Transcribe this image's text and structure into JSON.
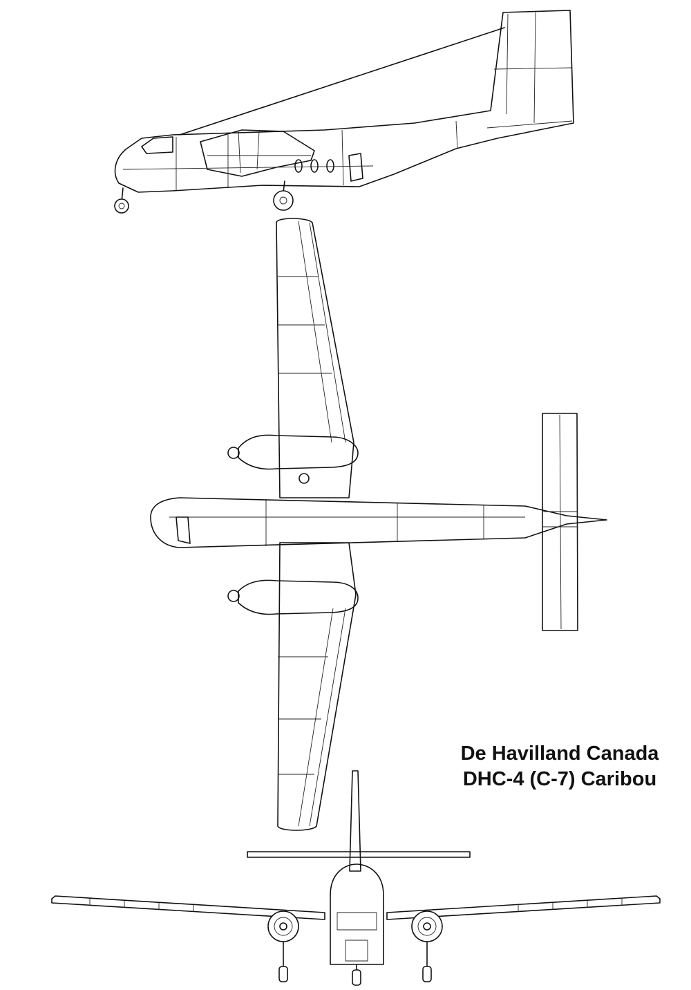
{
  "title": {
    "line1": "De Havilland Canada",
    "line2": "DHC-4 (C-7) Caribou"
  },
  "views": [
    "side-view",
    "top-view",
    "front-view"
  ],
  "colors": {
    "background": "#ffffff",
    "ink": "#111111"
  }
}
